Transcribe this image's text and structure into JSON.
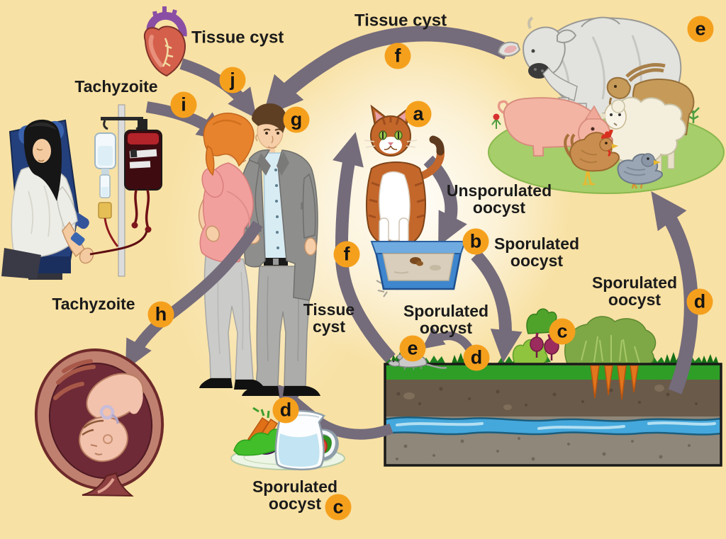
{
  "diagram": {
    "subject": "Toxoplasma life cycle diagram"
  },
  "labels": {
    "tissue_cyst_heart": "Tissue cyst",
    "tachyzoite_top": "Tachyzoite",
    "tissue_cyst_top": "Tissue cyst",
    "unsporulated_oocyst": "Unsporulated\noocyst",
    "sporulated_oocyst_litter": "Sporulated\noocyst",
    "sporulated_oocyst_center": "Sporulated\noocyst",
    "tissue_cyst_center": "Tissue\ncyst",
    "sporulated_oocyst_right": "Sporulated\noocyst",
    "tachyzoite_bottom": "Tachyzoite",
    "sporulated_oocyst_salad": "Sporulated\noocyst"
  },
  "badges": {
    "a_cat": "a",
    "b_litterbox": "b",
    "c_garden": "c",
    "c_salad": "c",
    "d_right": "d",
    "d_soil": "d",
    "d_salad": "d",
    "e_farm_animals": "e",
    "e_rodent": "e",
    "f_top": "f",
    "f_cycle": "f",
    "g_couple": "g",
    "h_fetus": "h",
    "i_transfusion": "i",
    "j_heart": "j"
  },
  "colors": {
    "background": "#F8E1A4",
    "badge": "#F5A01D",
    "arrow": "#746B7B",
    "text": "#1B1B1B",
    "water": "#45A8DC",
    "grass": "#2E9E27"
  }
}
